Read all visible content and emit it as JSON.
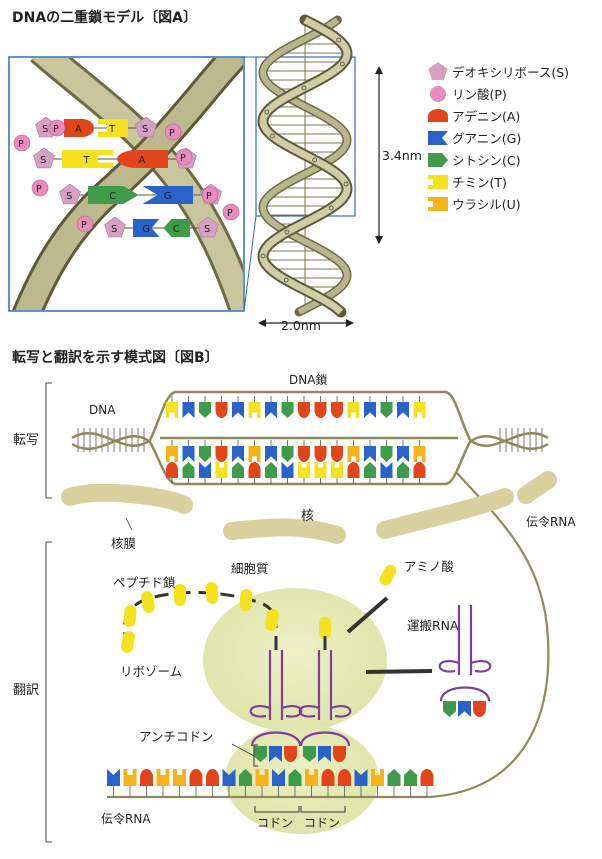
{
  "figure_a": {
    "title": "DNAの二重鎖モデル〔図A〕",
    "height_label": "3.4nm",
    "width_label": "2.0nm",
    "legend": [
      {
        "label": "デオキシリボース(S)",
        "shape": "pentagon",
        "color": "#d6a0c2"
      },
      {
        "label": "リン酸(P)",
        "shape": "circle",
        "color": "#e88bbf"
      },
      {
        "label": "アデニン(A)",
        "shape": "pill",
        "color": "#e2441c"
      },
      {
        "label": "グアニン(G)",
        "shape": "chevron",
        "color": "#2a63c8"
      },
      {
        "label": "シトシン(C)",
        "shape": "arrow",
        "color": "#3f9a4a"
      },
      {
        "label": "チミン(T)",
        "shape": "notch",
        "color": "#f5e11e"
      },
      {
        "label": "ウラシル(U)",
        "shape": "notch",
        "color": "#f6b21a"
      }
    ],
    "zoom": {
      "s": "S",
      "p": "P",
      "rows": [
        [
          "A",
          "T"
        ],
        [
          "T",
          "A"
        ],
        [
          "C",
          "G"
        ],
        [
          "G",
          "C"
        ]
      ]
    }
  },
  "figure_b": {
    "title": "転写と翻訳を示す模式図〔図B〕",
    "section_transcription": "転写",
    "section_translation": "翻訳",
    "labels": {
      "dna_chain": "DNA鎖",
      "dna": "DNA",
      "nucleus": "核",
      "nuclear_membrane": "核膜",
      "mrna_right": "伝令RNA",
      "cytoplasm": "細胞質",
      "peptide_chain": "ペプチド鎖",
      "amino_acid": "アミノ酸",
      "ribosome": "リボゾーム",
      "trna": "運搬RNA",
      "anticodon": "アンチコドン",
      "mrna_bottom": "伝令RNA",
      "codon_1": "コドン",
      "codon_2": "コドン"
    }
  },
  "colors": {
    "A": "#e2441c",
    "G": "#2a63c8",
    "C": "#3f9a4a",
    "T": "#f5e11e",
    "U": "#f6b21a",
    "phosphate": "#e88bbf",
    "sugar": "#d6a0c2",
    "backbone": "#a8a37a",
    "cell": "#e4e8b4",
    "nucleus_band": "#d9d0a0",
    "trna": "#7a3fa0",
    "box": "#2f6bc7"
  }
}
